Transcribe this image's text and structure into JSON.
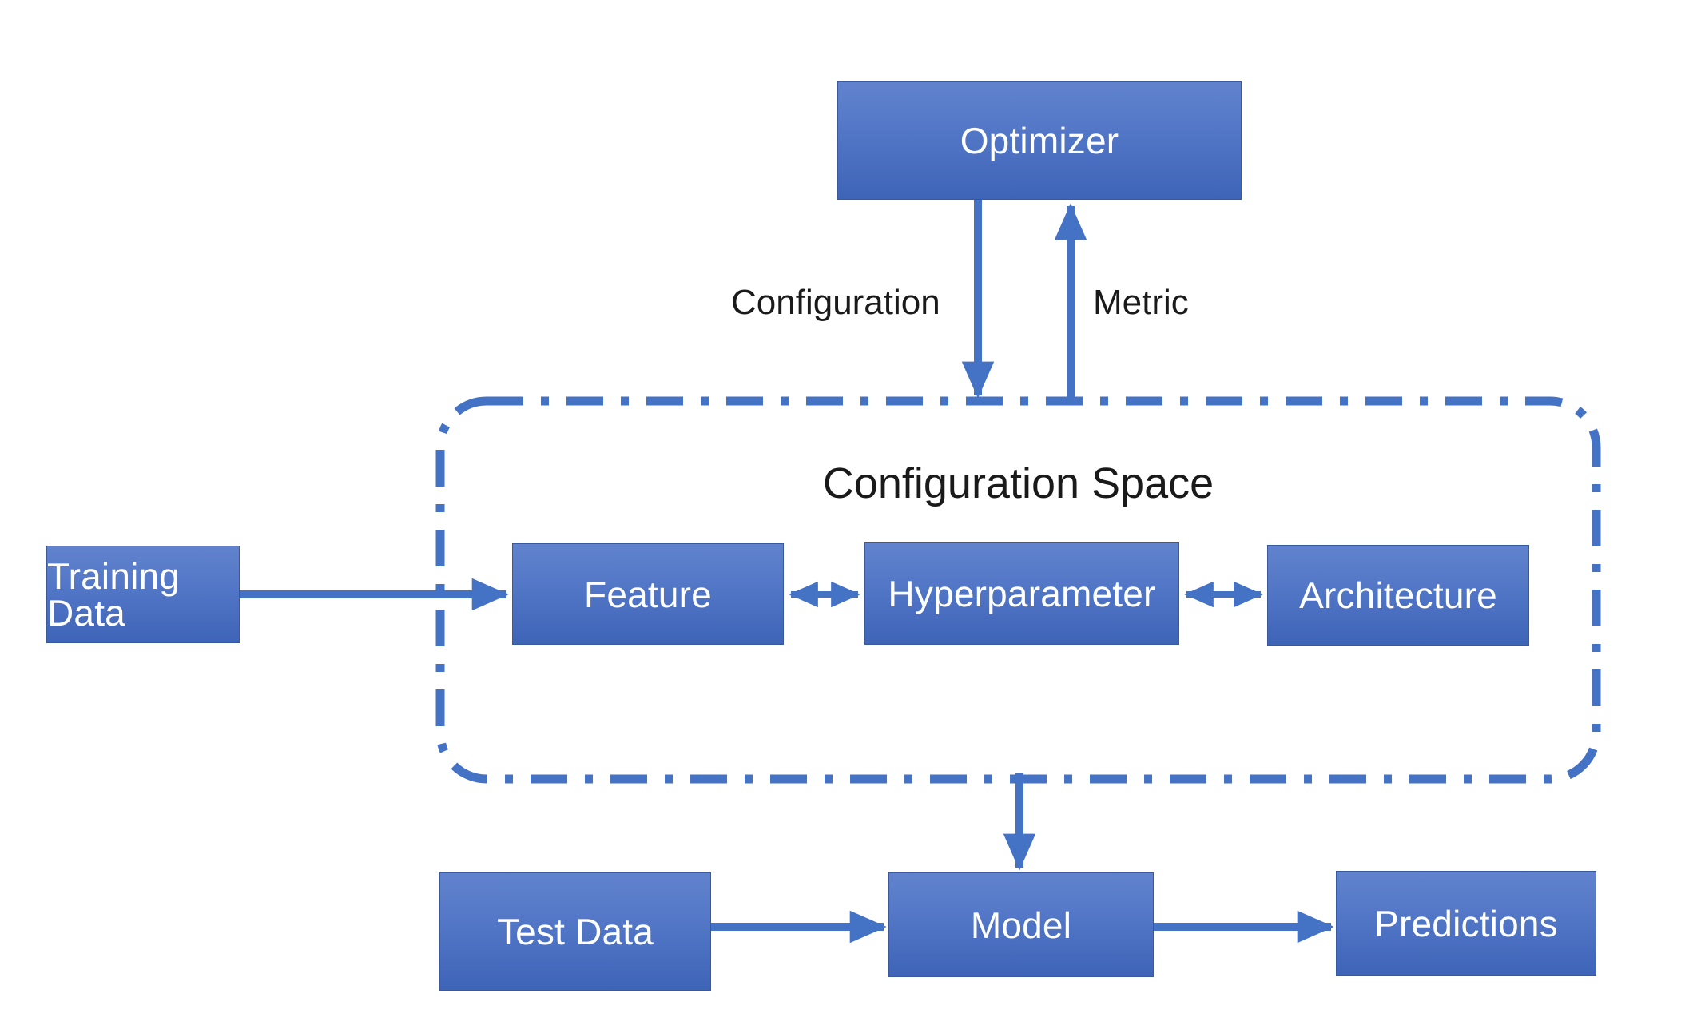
{
  "diagram": {
    "title": "Configuration Space",
    "background": "#ffffff",
    "node_fill_top": "#6183CE",
    "node_fill_bottom": "#3E64B8",
    "node_border": "#39599F",
    "node_text_color": "#ffffff",
    "connector_color": "#4472C4",
    "group_border_color": "#4472C4",
    "label_text_color": "#1a1a1a"
  },
  "nodes": {
    "optimizer": "Optimizer",
    "training_data": "Training Data",
    "feature": "Feature",
    "hyperparameter": "Hyperparameter",
    "architecture": "Architecture",
    "test_data": "Test Data",
    "model": "Model",
    "predictions": "Predictions"
  },
  "group": {
    "label": "Configuration Space",
    "border_style": "dash-dot",
    "shape": "rounded-rectangle"
  },
  "edge_labels": {
    "configuration": "Configuration",
    "metric": "Metric"
  },
  "edges": [
    {
      "from": "optimizer",
      "to": "configuration-space",
      "label": "Configuration",
      "direction": "down",
      "arrow": "single"
    },
    {
      "from": "configuration-space",
      "to": "optimizer",
      "label": "Metric",
      "direction": "up",
      "arrow": "single"
    },
    {
      "from": "training_data",
      "to": "feature",
      "label": "",
      "direction": "right",
      "arrow": "single"
    },
    {
      "from": "feature",
      "to": "hyperparameter",
      "label": "",
      "direction": "both",
      "arrow": "double"
    },
    {
      "from": "hyperparameter",
      "to": "architecture",
      "label": "",
      "direction": "both",
      "arrow": "double"
    },
    {
      "from": "configuration-space",
      "to": "model",
      "label": "",
      "direction": "down",
      "arrow": "single"
    },
    {
      "from": "test_data",
      "to": "model",
      "label": "",
      "direction": "right",
      "arrow": "single"
    },
    {
      "from": "model",
      "to": "predictions",
      "label": "",
      "direction": "right",
      "arrow": "single"
    }
  ]
}
